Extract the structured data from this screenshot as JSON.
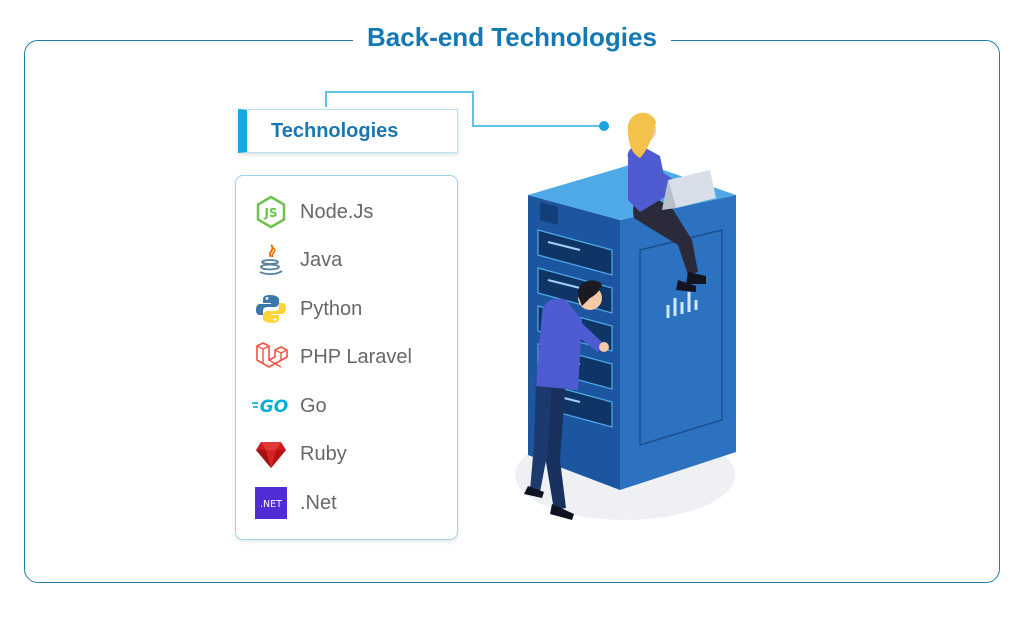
{
  "title": "Back-end Technologies",
  "header": {
    "label": "Technologies"
  },
  "technologies": [
    {
      "label": "Node.Js",
      "icon": "nodejs-icon"
    },
    {
      "label": "Java",
      "icon": "java-icon"
    },
    {
      "label": "Python",
      "icon": "python-icon"
    },
    {
      "label": "PHP Laravel",
      "icon": "laravel-icon"
    },
    {
      "label": "Go",
      "icon": "go-icon"
    },
    {
      "label": "Ruby",
      "icon": "ruby-icon"
    },
    {
      "label": ".Net",
      "icon": "dotnet-icon"
    }
  ],
  "icon_text": {
    "nodejs": "JS",
    "go": "GO",
    "dotnet": ".NET"
  },
  "colors": {
    "title": "#1478b4",
    "frame": "#1d7fb0",
    "accent": "#19a6e5",
    "server": "#1f5fa6",
    "server_top": "#4fa9e6"
  }
}
